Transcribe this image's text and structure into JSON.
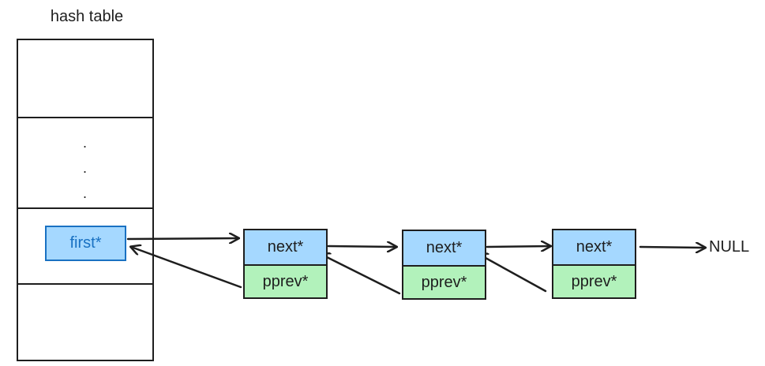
{
  "hash_table": {
    "title": "hash table",
    "dots": [
      ".",
      ".",
      "."
    ],
    "first_label": "first*"
  },
  "nodes": [
    {
      "next_label": "next*",
      "pprev_label": "pprev*"
    },
    {
      "next_label": "next*",
      "pprev_label": "pprev*"
    },
    {
      "next_label": "next*",
      "pprev_label": "pprev*"
    }
  ],
  "terminator": "NULL",
  "colors": {
    "stroke": "#1e1e1e",
    "first_fill": "#a5d8ff",
    "first_stroke": "#1971c2",
    "next_fill": "#a5d8ff",
    "pprev_fill": "#b2f2bb"
  }
}
